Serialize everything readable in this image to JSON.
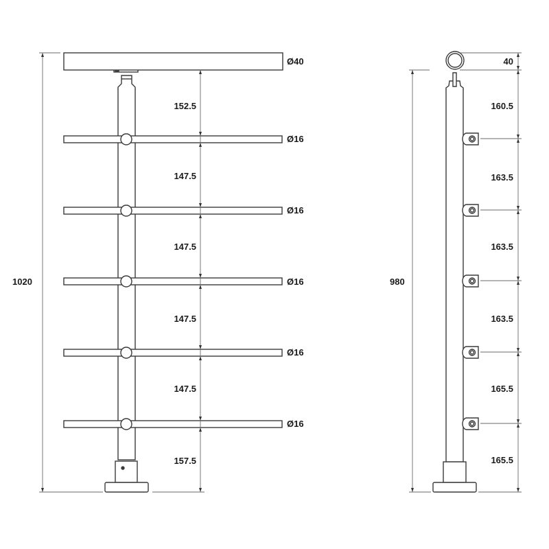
{
  "front_view": {
    "overall_height": "1020",
    "handrail_diameter": "Ø40",
    "rail_diameters": [
      "Ø16",
      "Ø16",
      "Ø16",
      "Ø16",
      "Ø16"
    ],
    "spacings": [
      "152.5",
      "147.5",
      "147.5",
      "147.5",
      "147.5",
      "157.5"
    ]
  },
  "side_view": {
    "post_height": "980",
    "handrail_diameter": "40",
    "spacings": [
      "160.5",
      "163.5",
      "163.5",
      "163.5",
      "165.5"
    ]
  },
  "colors": {
    "line": "#3a3a3a",
    "dim_line": "#6a6a6a",
    "text": "#1a1a1a",
    "background": "#ffffff"
  }
}
